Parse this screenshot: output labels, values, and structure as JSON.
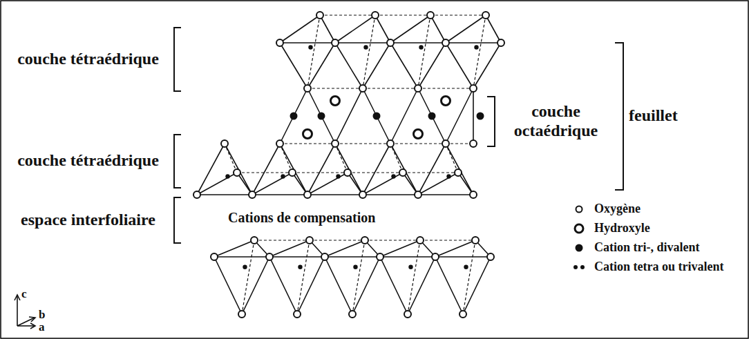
{
  "diagram": {
    "labels": [
      "couche tétraédrique",
      "couche tétraédrique",
      "espace interfoliaire",
      "couche octaédrique",
      "feuillet",
      "Cations de compensation",
      "c",
      "b",
      "a"
    ],
    "legend": [
      {
        "text": "Oxygène"
      },
      {
        "text": "Hydroxyle"
      },
      {
        "text": "Cation tri-, divalent"
      },
      {
        "text": "Cation tetra ou trivalent"
      }
    ]
  }
}
